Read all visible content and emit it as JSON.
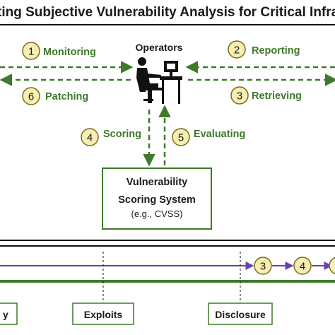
{
  "title": "ting Subjective Vulnerability Analysis for Critical Infrastruc",
  "colors": {
    "green": "#3d7a2a",
    "circle_fill": "#f6eeb2",
    "circle_stroke": "#7a6a1a",
    "purple": "#6b3fb0",
    "text": "#1a1a1a"
  },
  "operators": {
    "label": "Operators",
    "icon": "operator-at-computer-icon"
  },
  "steps": [
    {
      "num": "1",
      "label": "Monitoring"
    },
    {
      "num": "2",
      "label": "Reporting"
    },
    {
      "num": "3",
      "label": "Retrieving"
    },
    {
      "num": "4",
      "label": "Scoring"
    },
    {
      "num": "5",
      "label": "Evaluating"
    },
    {
      "num": "6",
      "label": "Patching"
    }
  ],
  "scoring_system": {
    "line1": "Vulnerability",
    "line2": "Scoring System",
    "line3": "(e.g., CVSS)"
  },
  "timeline": {
    "labels": [
      "y",
      "Exploits",
      "Disclosure"
    ],
    "circles": [
      "3",
      "4"
    ]
  }
}
